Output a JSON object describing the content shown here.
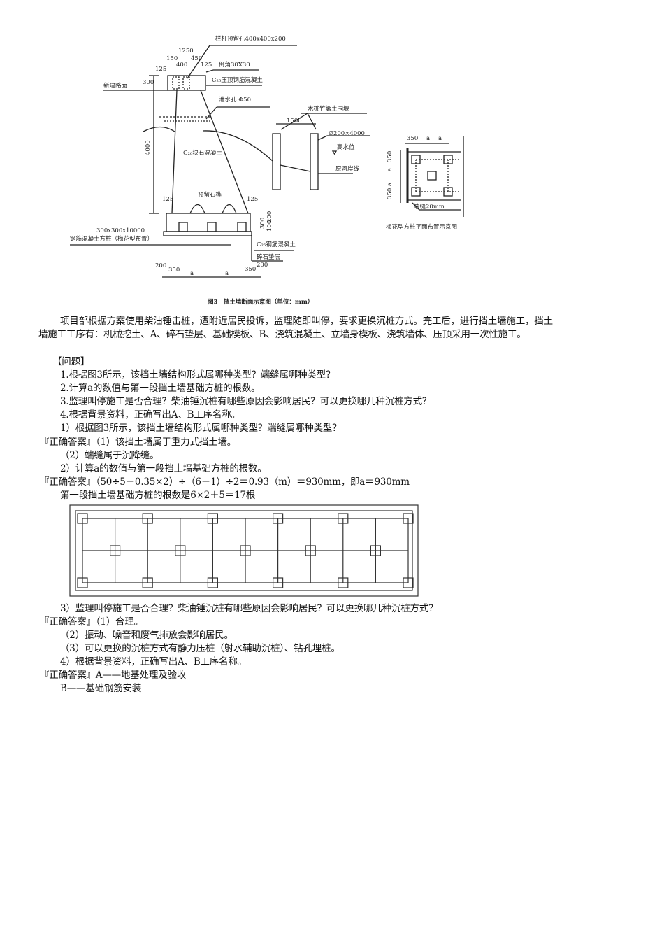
{
  "figure": {
    "caption": "图3　挡土墙断面示意图（单位：mm）",
    "labels": {
      "railing_hole": "栏杆预留孔400x400x200",
      "dim_1250": "1250",
      "dim_150": "150",
      "dim_450": "450",
      "dim_400": "400",
      "dim_125_top_left": "125",
      "dim_125_top_right": "125",
      "chamfer": "倒角30X30",
      "coping": "C₂₅压顶钢筋混凝土",
      "new_road": "新建路面",
      "dim_300": "300",
      "weep_hole": "泄水孔 Φ50",
      "dim_4000": "4000",
      "rubble_concrete": "C₂₀块石混凝土",
      "reserved_stone": "预留石榫",
      "dim_125_left": "125",
      "dim_125_right": "125",
      "dim_300_base": "300",
      "dim_200_base": "200",
      "dim_100_base": "100",
      "square_pile": "300x300x10000",
      "square_pile_desc": "钢筋混凝土方桩（梅花型布置）",
      "base_concrete": "C₂₅钢筋混凝土",
      "gravel": "碎石垫层",
      "dim_200_l": "200",
      "dim_350_l": "350",
      "dim_a1": "a",
      "dim_a2": "a",
      "dim_350_r": "350",
      "dim_200_r": "200",
      "cofferdam": "木桩竹篱土围堰",
      "dim_1500": "1500",
      "pile_size": "Ø200×4000",
      "high_water": "高水位",
      "river_bank": "原河岸线",
      "plan_350": "350",
      "plan_a1": "a",
      "plan_a2": "a",
      "plan_v350_top": "350",
      "plan_va1": "a",
      "plan_va2": "a",
      "plan_v350_bot": "350",
      "end_joint": "端缝20mm",
      "plan_title": "梅花型方桩平面布置示意图"
    }
  },
  "text": {
    "para1": "项目部根据方案使用柴油锤击桩，遭附近居民投诉，监理随即叫停，要求更换沉桩方式。完工后，进行挡土墙施工，挡土",
    "para2": "墙施工工序有：机械挖土、A、碎石垫层、基础模板、B、浇筑混凝土、立墙身模板、浇筑墙体、压顶采用一次性施工。",
    "q_head": "【问题】",
    "q1": "1.根据图3所示，该挡土墙结构形式属哪种类型？端缝属哪种类型？",
    "q2": "2.计算a的数值与第一段挡土墙基础方桩的根数。",
    "q3": "3.监理叫停施工是否合理？柴油锤沉桩有哪些原因会影响居民？可以更换哪几种沉桩方式？",
    "q4": "4.根据背景资料，正确写出A、B工序名称。",
    "a1_q": "1）根据图3所示，该挡土墙结构形式属哪种类型？端缝属哪种类型？",
    "a1_1": "『正确答案』（1）该挡土墙属于重力式挡土墙。",
    "a1_2": "（2）端缝属于沉降缝。",
    "a2_q": "2）计算a的数值与第一段挡土墙基础方桩的根数。",
    "a2_1": "『正确答案』（50÷5－0.35×2）÷（6－1）÷2＝0.93（m）＝930mm，即a＝930mm",
    "a2_2": "第一段挡土墙基础方桩的根数是6×2＋5＝17根",
    "a3_q": "3）监理叫停施工是否合理？柴油锤沉桩有哪些原因会影响居民？可以更换哪几种沉桩方式？",
    "a3_1": "『正确答案』（1）合理。",
    "a3_2": "（2）振动、噪音和废气排放会影响居民。",
    "a3_3": "（3）可以更换的沉桩方式有静力压桩（射水辅助沉桩）、钻孔埋桩。",
    "a4_q": "4）根据背景资料，正确写出A、B工序名称。",
    "a4_1": "『正确答案』A——地基处理及验收",
    "a4_2": "B——基础钢筋安装"
  },
  "pile_layout": {
    "rows_outer": 6,
    "rows_middle": 5
  }
}
